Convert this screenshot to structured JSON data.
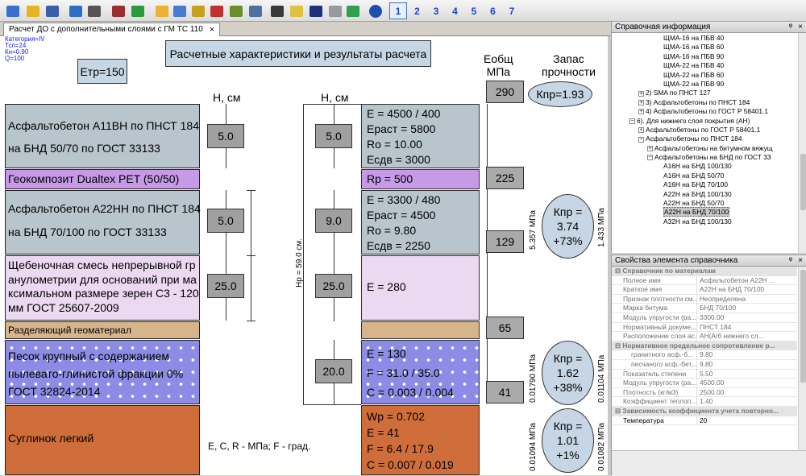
{
  "toolbar": {
    "icons": [
      "new-file-icon",
      "open-folder-icon",
      "save-icon",
      "export-icon",
      "print-icon",
      "material-book-icon",
      "refresh-icon",
      "weather-icon",
      "load-icon",
      "truck-icon",
      "wheel-icon",
      "layers-icon",
      "calculator-icon",
      "monitor-icon",
      "color-fill-icon",
      "layout-icon",
      "pencil-icon",
      "checkbox-icon",
      "help-icon"
    ],
    "pages": [
      "1",
      "2",
      "3",
      "4",
      "5",
      "6",
      "7"
    ],
    "selected_page": "1"
  },
  "tab": {
    "title": "Расчет ДО с дополнительными слоями с ГМ ТС 110",
    "close": "×"
  },
  "info": [
    "Категория=IV",
    "Тсп=24",
    "Кн=0.90",
    "Q=100"
  ],
  "title": "Расчетные характеристики и результаты расчета",
  "etr": "Етр=150",
  "h_label_left": "Н, см",
  "h_label_right": "Н, см",
  "eobsh_label": [
    "Еобщ",
    "МПа"
  ],
  "zapas_label": [
    "Запас",
    "прочности"
  ],
  "kpr_main": "Кпр=1.93",
  "eobsh_values": [
    "290",
    "225",
    "129",
    "65",
    "41"
  ],
  "hp_label": "Нр = 59.0 см.",
  "units_note": "E, C, R - МПа; F - град.",
  "layers": [
    {
      "name_lines": [
        "Асфальтобетон А11ВН по ПНСТ 184",
        "",
        "на БНД 50/70 по ГОСТ 33133"
      ],
      "h": "5.0",
      "hr": "5.0",
      "props": [
        "E = 4500 / 400",
        "Ераст = 5800",
        "Ro = 10.00",
        "Есдв = 3000"
      ]
    },
    {
      "name_lines": [
        "Геокомпозит Dualtex PET (50/50)"
      ],
      "props": [
        "Rp = 500"
      ]
    },
    {
      "name_lines": [
        "Асфальтобетон А22НН по ПНСТ 184",
        "",
        "на БНД 70/100 по ГОСТ 33133"
      ],
      "h": "5.0",
      "hr": "9.0",
      "props": [
        "E = 3300 / 480",
        "Ераст = 4500",
        "Ro = 9.80",
        "Есдв = 2250"
      ]
    },
    {
      "name_lines": [
        "Щебеночная смесь непрерывной гр",
        "анулометрии для оснований при ма",
        "ксимальном размере зерен С3 - 120",
        "мм ГОСТ 25607-2009"
      ],
      "h": "25.0",
      "hr": "25.0",
      "props": [
        "E = 280"
      ]
    },
    {
      "name_lines": [
        "Разделяющий геоматериал"
      ],
      "props": []
    },
    {
      "name_lines": [
        "Песок крупный с содержанием",
        "пылевато-глинистой фракции 0%",
        "ГОСТ 32824-2014"
      ],
      "hr": "20.0",
      "props": [
        "E = 130",
        "F = 31.0 / 35.0",
        "C = 0.003 / 0.004"
      ]
    },
    {
      "name_lines": [
        "Суглинок легкий"
      ],
      "props": [
        "Wp = 0.702",
        "E = 41",
        "F = 6.4 / 17.9",
        "C = 0.007 / 0.019"
      ]
    }
  ],
  "checks": [
    {
      "kpr": "Кпр = 3.74",
      "pct": "+73%",
      "left": "5.357 МПа",
      "right": "1.433 МПа"
    },
    {
      "kpr": "Кпр = 1.62",
      "pct": "+38%",
      "left": "0.01790 МПа",
      "right": "0.01104 МПа"
    },
    {
      "kpr": "Кпр = 1.01",
      "pct": "+1%",
      "left": "0.01094 МПа",
      "right": "0.01082 МПа"
    }
  ],
  "ref_panel": {
    "title": "Справочная информация",
    "pin": "ᵠ",
    "close": "×",
    "rows": [
      {
        "indent": 5,
        "exp": "",
        "label": "ЩМА-16 на ПБВ 40"
      },
      {
        "indent": 5,
        "exp": "",
        "label": "ЩМА-16 на ПБВ 60"
      },
      {
        "indent": 5,
        "exp": "",
        "label": "ЩМА-16 на ПБВ 90"
      },
      {
        "indent": 5,
        "exp": "",
        "label": "ЩМА-22 на ПБВ 40"
      },
      {
        "indent": 5,
        "exp": "",
        "label": "ЩМА-22 на ПБВ 60"
      },
      {
        "indent": 5,
        "exp": "",
        "label": "ЩМА-22 на ПБВ 90"
      },
      {
        "indent": 3,
        "exp": "+",
        "label": "2) SMA по ПНСТ 127"
      },
      {
        "indent": 3,
        "exp": "+",
        "label": "3) Асфальтобетоны по ПНСТ 184"
      },
      {
        "indent": 3,
        "exp": "+",
        "label": "4) Асфальтобетоны по ГОСТ Р 58401.1"
      },
      {
        "indent": 2,
        "exp": "−",
        "label": "6). Для нижнего слоя покрытия (АН)"
      },
      {
        "indent": 3,
        "exp": "+",
        "label": "Асфальтобетоны по ГОСТ Р 58401.1"
      },
      {
        "indent": 3,
        "exp": "−",
        "label": "Асфальтобетоны по ПНСТ 184"
      },
      {
        "indent": 4,
        "exp": "+",
        "label": "Асфальтобетоны на битумном вяжущ"
      },
      {
        "indent": 4,
        "exp": "−",
        "label": "Асфальтобетоны на БНД по ГОСТ 33"
      },
      {
        "indent": 5,
        "exp": "",
        "label": "А16Н на БНД 100/130"
      },
      {
        "indent": 5,
        "exp": "",
        "label": "А16Н на БНД 50/70"
      },
      {
        "indent": 5,
        "exp": "",
        "label": "А16Н на БНД 70/100"
      },
      {
        "indent": 5,
        "exp": "",
        "label": "А22Н на БНД 100/130"
      },
      {
        "indent": 5,
        "exp": "",
        "label": "А22Н на БНД 50/70"
      },
      {
        "indent": 5,
        "exp": "",
        "label": "А22Н на БНД 70/100",
        "selected": true
      },
      {
        "indent": 5,
        "exp": "",
        "label": "А32Н на БНД 100/130"
      }
    ]
  },
  "props_panel": {
    "title": "Свойства элемента справочника",
    "pin": "ᵠ",
    "close": "×",
    "items": [
      {
        "cat": "Справочник по материалам"
      },
      {
        "k": "Полное имя",
        "v": "Асфальтобетон А22Н ..."
      },
      {
        "k": "Краткое имя",
        "v": "А22Н на БНД 70/100"
      },
      {
        "k": "Признак плотности см...",
        "v": "Неопределена"
      },
      {
        "k": "Марка битума",
        "v": "БНД 70/100"
      },
      {
        "k": "Модуль упругости (ра...",
        "v": "3300.00"
      },
      {
        "k": "Нормативный докуме...",
        "v": "ПНСТ 184"
      },
      {
        "k": "Расположение слоя ас...",
        "v": "АН(А/б нижнего сл..."
      },
      {
        "cat": "Нормативное предельное сопротивление р..."
      },
      {
        "k": "гранитного асф.-б...",
        "v": "9.80",
        "sub": true
      },
      {
        "k": "песчаного асф.-бет...",
        "v": "9.80",
        "sub": true
      },
      {
        "k": "Показатель степени",
        "v": "5.50"
      },
      {
        "k": "Модуль упругости (ра...",
        "v": "4500.00"
      },
      {
        "k": "Плотность (кг/м3)",
        "v": "2500.00"
      },
      {
        "k": "Коэффициент теплоп...",
        "v": "1.40"
      },
      {
        "cat": "Зависимость коэффициента учета повторно..."
      },
      {
        "k": "Температура",
        "v": "20",
        "dark": true
      }
    ]
  }
}
